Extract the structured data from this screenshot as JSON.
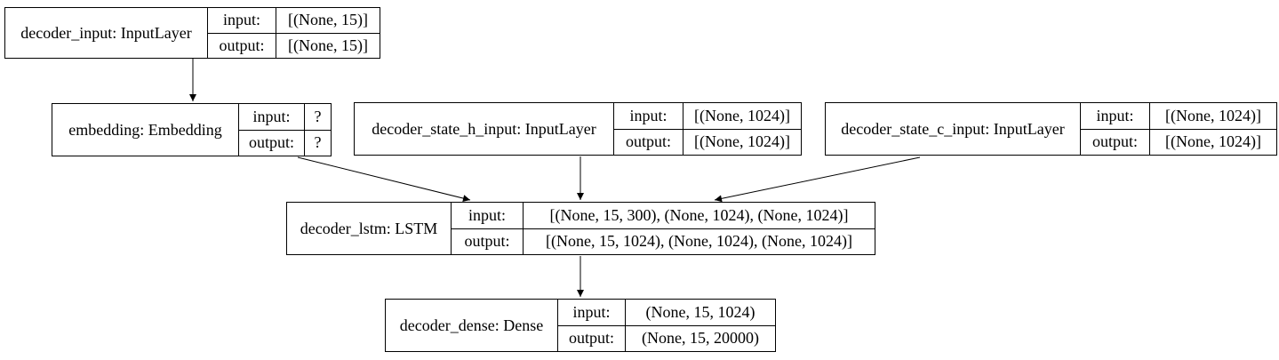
{
  "diagram": {
    "type": "keras-model-architecture-graph",
    "background_color": "#ffffff",
    "line_color": "#000000",
    "nodes": [
      {
        "title": "decoder_input: InputLayer",
        "input_label": "input:",
        "input_value": "[(None, 15)]",
        "output_label": "output:",
        "output_value": "[(None, 15)]"
      },
      {
        "title": "embedding: Embedding",
        "input_label": "input:",
        "input_value": "?",
        "output_label": "output:",
        "output_value": "?"
      },
      {
        "title": "decoder_state_h_input: InputLayer",
        "input_label": "input:",
        "input_value": "[(None, 1024)]",
        "output_label": "output:",
        "output_value": "[(None, 1024)]"
      },
      {
        "title": "decoder_state_c_input: InputLayer",
        "input_label": "input:",
        "input_value": "[(None, 1024)]",
        "output_label": "output:",
        "output_value": "[(None, 1024)]"
      },
      {
        "title": "decoder_lstm: LSTM",
        "input_label": "input:",
        "input_value": "[(None, 15, 300), (None, 1024), (None, 1024)]",
        "output_label": "output:",
        "output_value": "[(None, 15, 1024), (None, 1024), (None, 1024)]"
      },
      {
        "title": "decoder_dense: Dense",
        "input_label": "input:",
        "input_value": "(None, 15, 1024)",
        "output_label": "output:",
        "output_value": "(None, 15, 20000)"
      }
    ],
    "edges": [
      {
        "from": "decoder_input",
        "to": "embedding"
      },
      {
        "from": "embedding",
        "to": "decoder_lstm"
      },
      {
        "from": "decoder_state_h_input",
        "to": "decoder_lstm"
      },
      {
        "from": "decoder_state_c_input",
        "to": "decoder_lstm"
      },
      {
        "from": "decoder_lstm",
        "to": "decoder_dense"
      }
    ]
  }
}
